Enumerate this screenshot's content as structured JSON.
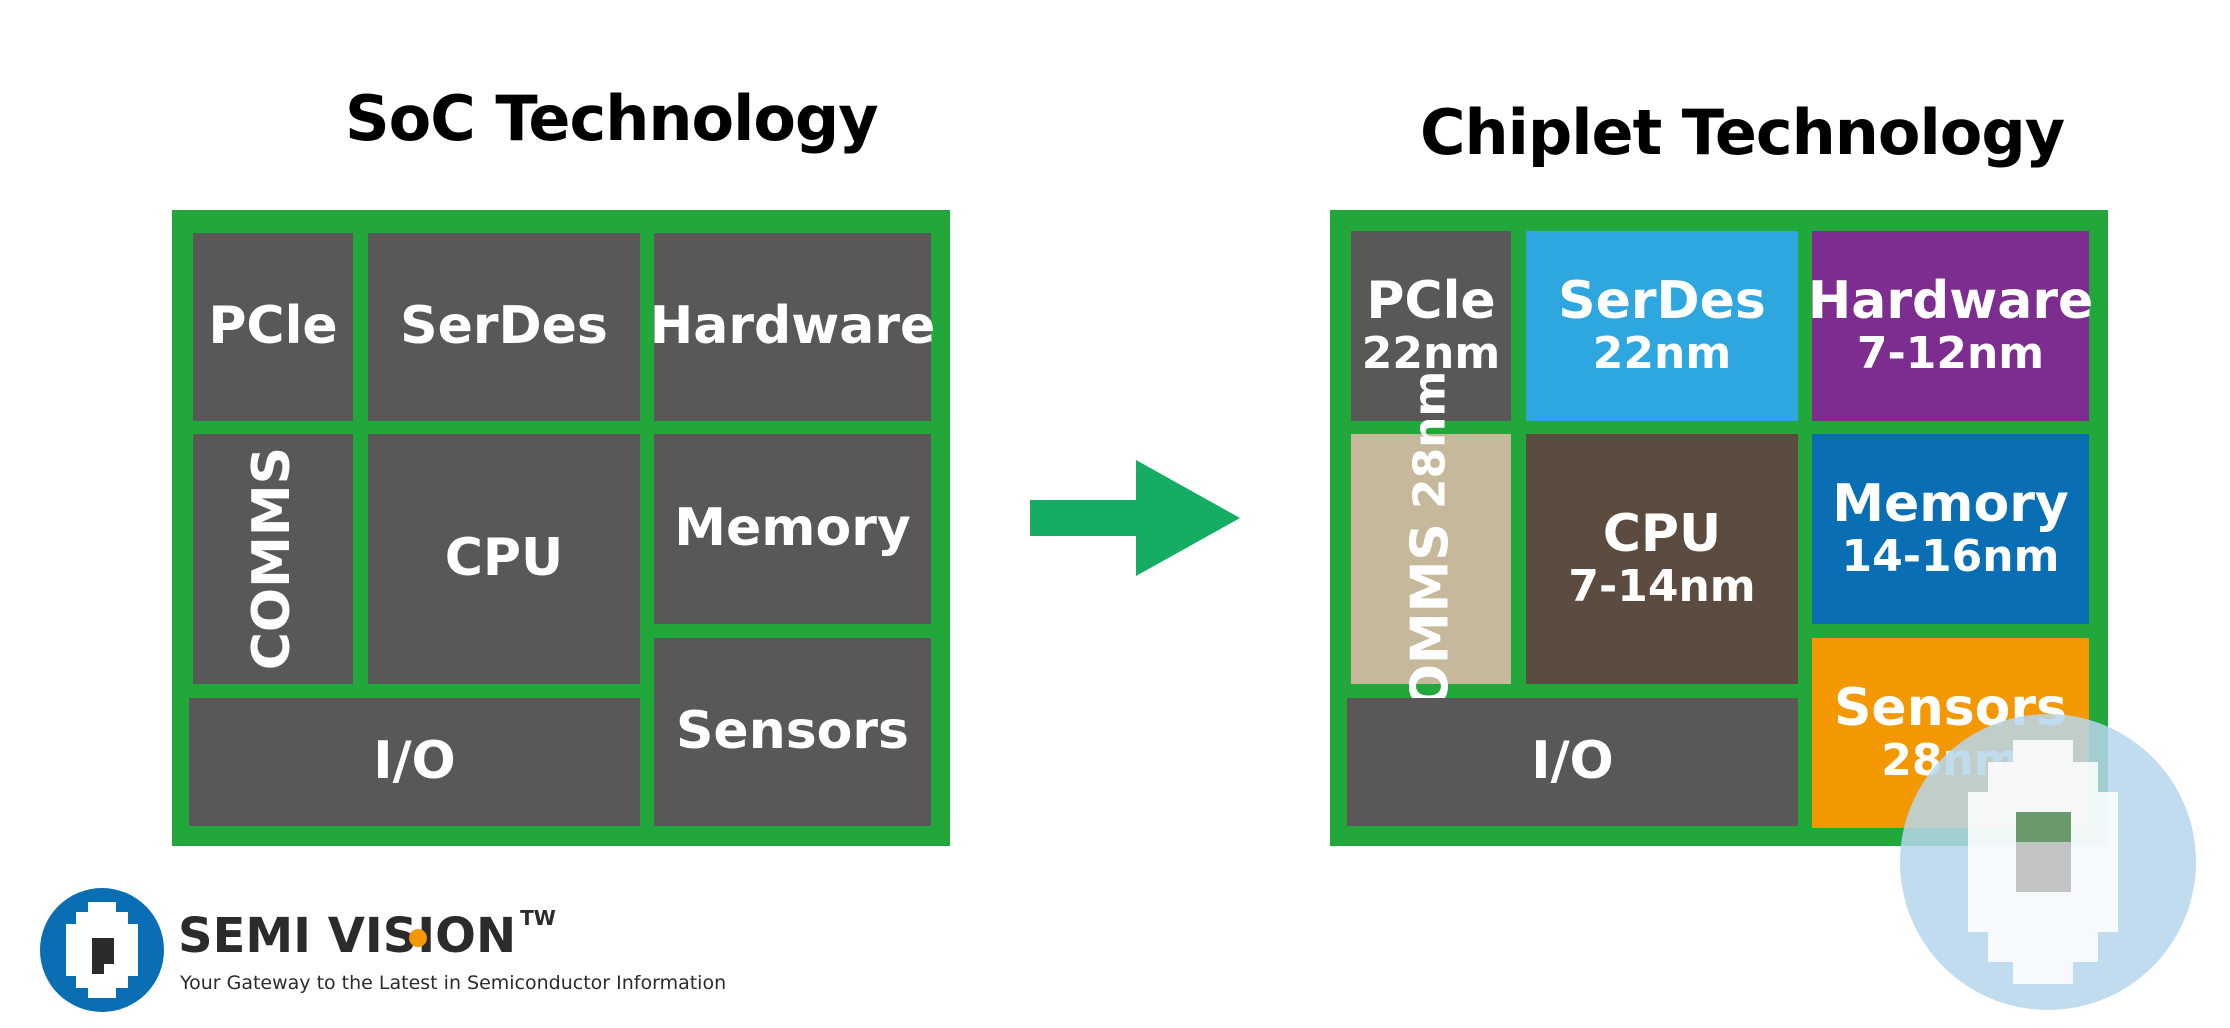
{
  "left": {
    "title": "SoC Technology",
    "blocks": {
      "pcie": {
        "name": "PCle"
      },
      "serdes": {
        "name": "SerDes"
      },
      "hardware": {
        "name": "Hardware"
      },
      "comms": {
        "name": "COMMS"
      },
      "cpu": {
        "name": "CPU"
      },
      "memory": {
        "name": "Memory"
      },
      "io": {
        "name": "I/O"
      },
      "sensors": {
        "name": "Sensors"
      }
    }
  },
  "right": {
    "title": "Chiplet Technology",
    "blocks": {
      "pcie": {
        "name": "PCle",
        "node": "22nm"
      },
      "serdes": {
        "name": "SerDes",
        "node": "22nm"
      },
      "hardware": {
        "name": "Hardware",
        "node": "7-12nm"
      },
      "comms": {
        "name": "COMMS",
        "node": "28nm"
      },
      "cpu": {
        "name": "CPU",
        "node": "7-14nm"
      },
      "memory": {
        "name": "Memory",
        "node": "14-16nm"
      },
      "io": {
        "name": "I/O"
      },
      "sensors": {
        "name": "Sensors",
        "node": "28nm"
      }
    }
  },
  "brand": {
    "name": "SEMI VISION",
    "trademark": "TW",
    "tagline": "Your Gateway to the Latest in Semiconductor Information"
  },
  "colors": {
    "board_green": "#22a83a",
    "block_gray": "#5a5758",
    "arrow_green": "#14ad63",
    "serdes_blue": "#2ea6df",
    "hardware_purple": "#7d2d8f",
    "comms_tan": "#c6b99b",
    "cpu_brown": "#5c4b3f",
    "memory_blue": "#0a6eb4",
    "sensors_orange": "#f39800",
    "logo_blue": "#0a6eb4",
    "watermark_blue": "#b7d6ec"
  },
  "icons": {
    "arrow": "right-arrow-icon",
    "logo": "semi-vision-logo-icon"
  }
}
